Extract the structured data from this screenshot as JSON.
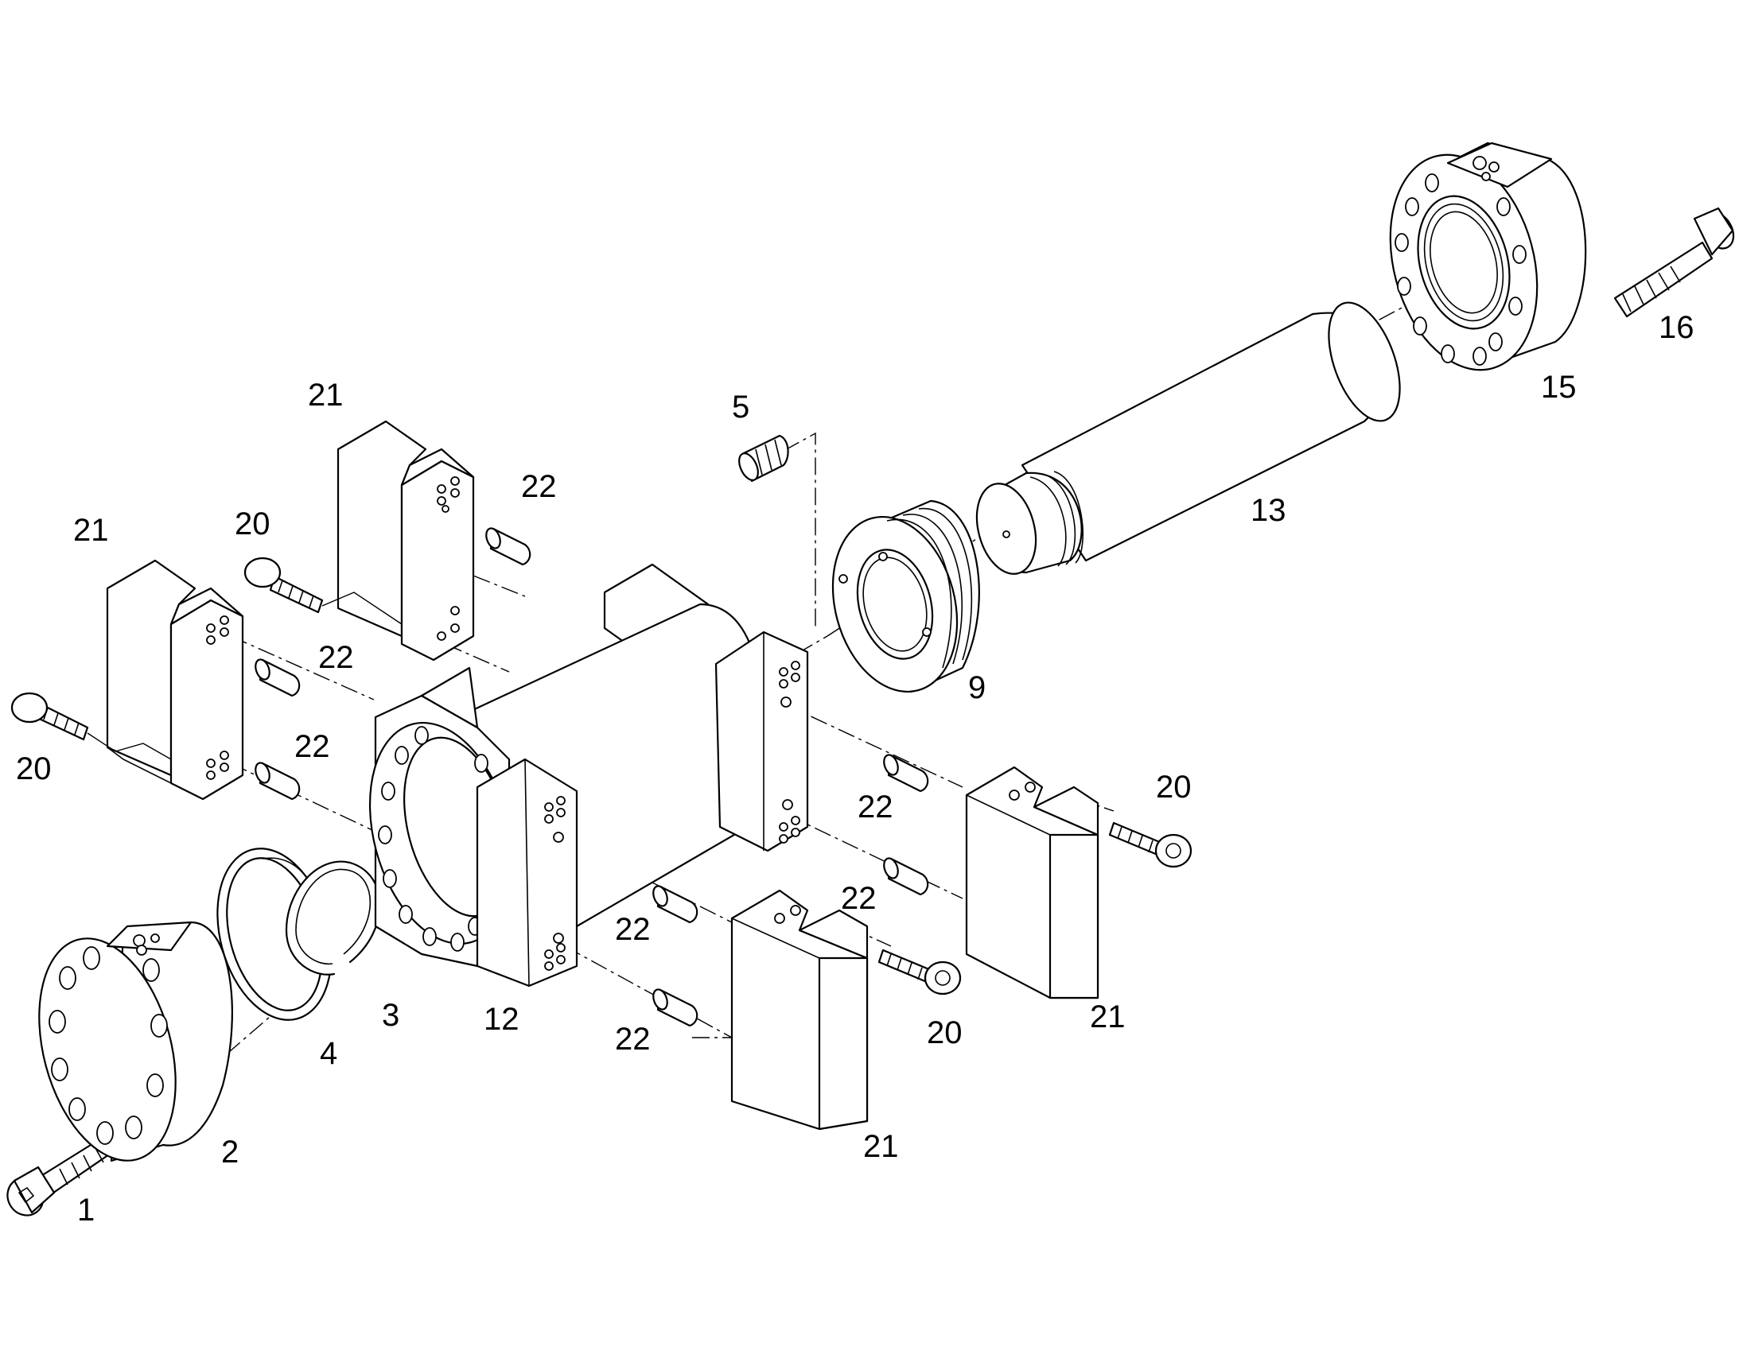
{
  "callouts": [
    {
      "id": "c1",
      "label": "1"
    },
    {
      "id": "c2",
      "label": "2"
    },
    {
      "id": "c3",
      "label": "3"
    },
    {
      "id": "c4",
      "label": "4"
    },
    {
      "id": "c5",
      "label": "5"
    },
    {
      "id": "c9",
      "label": "9"
    },
    {
      "id": "c12",
      "label": "12"
    },
    {
      "id": "c13",
      "label": "13"
    },
    {
      "id": "c15",
      "label": "15"
    },
    {
      "id": "c16",
      "label": "16"
    },
    {
      "id": "c20a",
      "label": "20"
    },
    {
      "id": "c20b",
      "label": "20"
    },
    {
      "id": "c20c",
      "label": "20"
    },
    {
      "id": "c20d",
      "label": "20"
    },
    {
      "id": "c21a",
      "label": "21"
    },
    {
      "id": "c21b",
      "label": "21"
    },
    {
      "id": "c21c",
      "label": "21"
    },
    {
      "id": "c21d",
      "label": "21"
    },
    {
      "id": "c22a",
      "label": "22"
    },
    {
      "id": "c22b",
      "label": "22"
    },
    {
      "id": "c22c",
      "label": "22"
    },
    {
      "id": "c22d",
      "label": "22"
    },
    {
      "id": "c22e",
      "label": "22"
    },
    {
      "id": "c22f",
      "label": "22"
    },
    {
      "id": "c22g",
      "label": "22"
    }
  ],
  "colors": {
    "line": "#000000",
    "background": "#ffffff"
  }
}
